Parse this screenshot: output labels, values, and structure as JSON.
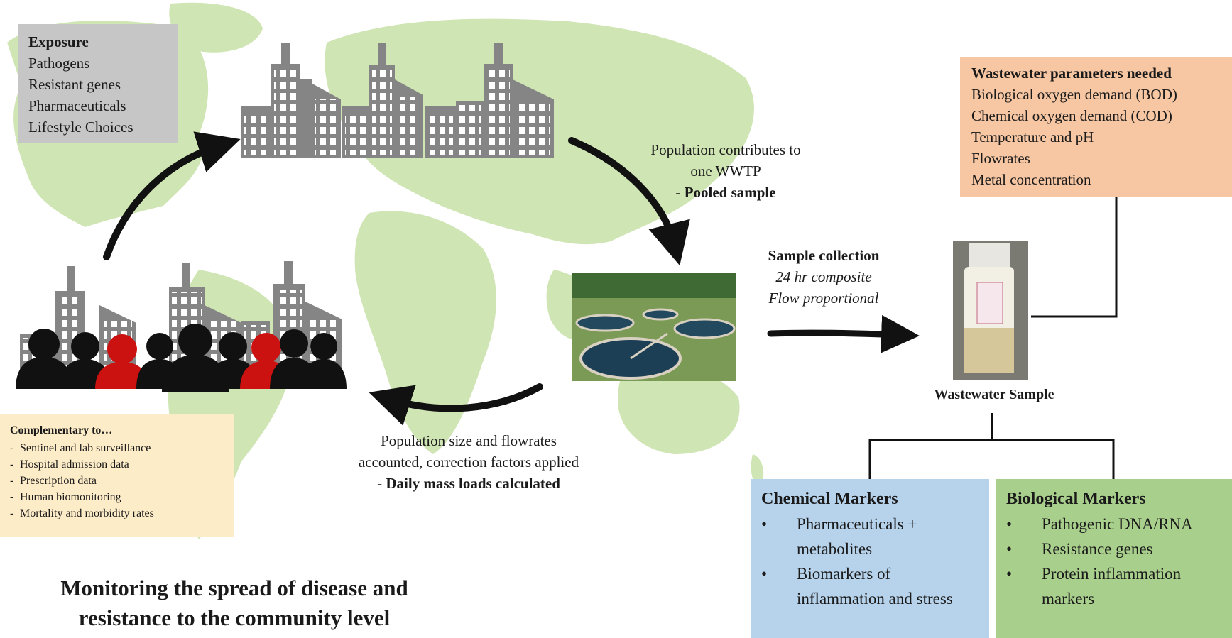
{
  "exposure": {
    "title": "Exposure",
    "items": [
      "Pathogens",
      "Resistant genes",
      "Pharmaceuticals",
      "Lifestyle Choices"
    ]
  },
  "wastewater_params": {
    "title": "Wastewater parameters needed",
    "items": [
      "Biological oxygen demand (BOD)",
      "Chemical oxygen demand (COD)",
      "Temperature and pH",
      "Flowrates",
      "Metal concentration"
    ]
  },
  "population_contribution": {
    "line1": "Population contributes to",
    "line2": "one WWTP",
    "line3": "- Pooled sample"
  },
  "sample_collection": {
    "title": "Sample collection",
    "line1": "24 hr composite",
    "line2": "Flow proportional"
  },
  "bottle_label": "Wastewater Sample",
  "population_correction": {
    "line1": "Population size and flowrates",
    "line2": "accounted, correction factors applied",
    "line3": "- Daily mass loads calculated"
  },
  "complementary": {
    "title": "Complementary to…",
    "items": [
      "Sentinel and lab surveillance",
      "Hospital admission data",
      "Prescription data",
      "Human biomonitoring",
      "Mortality and morbidity rates"
    ]
  },
  "chemical_markers": {
    "title": "Chemical Markers",
    "items": [
      "Pharmaceuticals + metabolites",
      "Biomarkers of inflammation and stress"
    ]
  },
  "biological_markers": {
    "title": "Biological Markers",
    "items": [
      "Pathogenic DNA/RNA",
      "Resistance genes",
      "Protein inflammation markers"
    ]
  },
  "main_title": {
    "line1": "Monitoring the spread of disease and",
    "line2": "resistance to the community level"
  },
  "colors": {
    "map": "#cfe5b4",
    "building": "#858585",
    "person_black": "#111111",
    "person_red": "#cc1111",
    "exposure_box": "#c6c6c6",
    "params_box": "#f7c6a3",
    "complement_box": "#fdecc8",
    "chem_box": "#b7d3ec",
    "bio_box": "#a9cf8c"
  }
}
